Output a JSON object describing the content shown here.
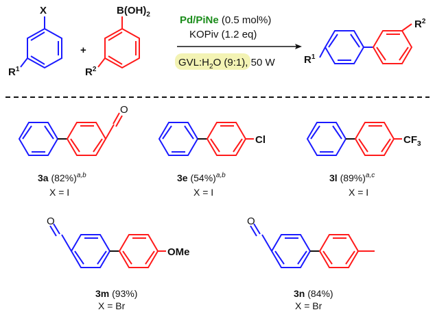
{
  "colors": {
    "blue": "#1a1aff",
    "red": "#ff1a1a",
    "green": "#1a8c1a",
    "highlight": "#f3f3b4",
    "ink": "#111111"
  },
  "reaction": {
    "sm1": {
      "x_sub": "X",
      "r_sub": "R",
      "r_sup": "1"
    },
    "plus": "+",
    "sm2": {
      "boh2_main": "B(OH)",
      "boh2_sub": "2",
      "r_sub": "R",
      "r_sup": "2"
    },
    "catalyst_name": "Pd/PiNe",
    "catalyst_loading": " (0.5 mol%)",
    "base": "KOPiv (1.2 eq)",
    "solvent_a": "GVL:H",
    "solvent_sub": "2",
    "solvent_b": "O (9:1)",
    "power": ", 50 W",
    "product": {
      "r1_sub": "R",
      "r1_sup": "1",
      "r2_sub": "R",
      "r2_sup": "2"
    }
  },
  "products": [
    {
      "id": "3a",
      "yield": " (82%)",
      "notes": "a,b",
      "x_line": "X = I",
      "substituent": "O"
    },
    {
      "id": "3e",
      "yield": " (54%)",
      "notes": "a,b",
      "x_line": "X = I",
      "substituent": "Cl"
    },
    {
      "id": "3l",
      "yield": " (89%)",
      "notes": "a,c",
      "x_line": "X = I",
      "substituent": "CF",
      "substituent_sub": "3"
    },
    {
      "id": "3m",
      "yield": " (93%)",
      "x_line": "X = Br",
      "substituent_left": "O",
      "substituent": "OMe"
    },
    {
      "id": "3n",
      "yield": " (84%)",
      "x_line": "X = Br",
      "substituent_left": "O"
    }
  ]
}
